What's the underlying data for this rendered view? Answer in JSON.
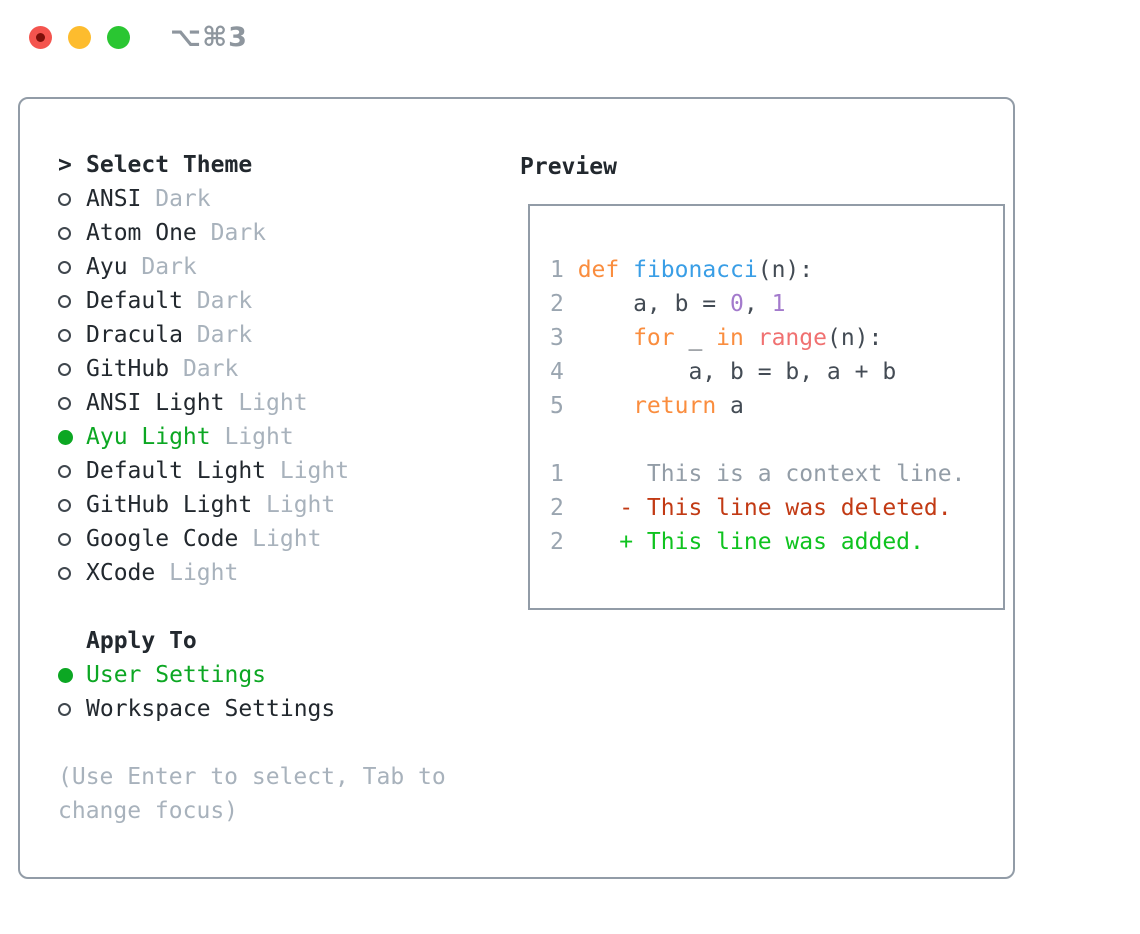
{
  "window": {
    "title": "⌥⌘3"
  },
  "colors": {
    "accent_green": "#0ca723",
    "traffic_red": "#f4544e",
    "traffic_red_dot": "#7d100a",
    "traffic_yellow": "#fdbc2e",
    "traffic_green": "#2ac632",
    "title_gray": "#8e969e",
    "border_gray": "#929ca7",
    "text_primary": "#22282e",
    "text_muted": "#a8b2bc",
    "line_number": "#9aa5b0",
    "code_default": "#434b54",
    "syntax_keyword": "#fa8d3e",
    "syntax_function": "#399ee6",
    "syntax_constant": "#a37acc",
    "syntax_call": "#f07171",
    "diff_context": "#939da7",
    "diff_deleted": "#c23a14",
    "diff_added": "#0fc31f"
  },
  "theme_picker": {
    "cursor": ">",
    "header": "Select Theme",
    "items": [
      {
        "name": "ANSI",
        "variant": "Dark",
        "selected": false
      },
      {
        "name": "Atom One",
        "variant": "Dark",
        "selected": false
      },
      {
        "name": "Ayu",
        "variant": "Dark",
        "selected": false
      },
      {
        "name": "Default",
        "variant": "Dark",
        "selected": false
      },
      {
        "name": "Dracula",
        "variant": "Dark",
        "selected": false
      },
      {
        "name": "GitHub",
        "variant": "Dark",
        "selected": false
      },
      {
        "name": "ANSI Light",
        "variant": "Light",
        "selected": false
      },
      {
        "name": "Ayu Light",
        "variant": "Light",
        "selected": true
      },
      {
        "name": "Default Light",
        "variant": "Light",
        "selected": false
      },
      {
        "name": "GitHub Light",
        "variant": "Light",
        "selected": false
      },
      {
        "name": "Google Code",
        "variant": "Light",
        "selected": false
      },
      {
        "name": "XCode",
        "variant": "Light",
        "selected": false
      }
    ]
  },
  "apply_to": {
    "header": "Apply To",
    "items": [
      {
        "label": "User Settings",
        "selected": true
      },
      {
        "label": "Workspace Settings",
        "selected": false
      }
    ]
  },
  "hint": "(Use Enter to select, Tab to change focus)",
  "preview": {
    "header": "Preview",
    "code_lines": [
      {
        "num": "1",
        "segments": [
          {
            "t": "def",
            "s": "keyword"
          },
          {
            "t": " "
          },
          {
            "t": "fibonacci",
            "s": "function"
          },
          {
            "t": "(n):"
          }
        ]
      },
      {
        "num": "2",
        "segments": [
          {
            "t": "    a, b = "
          },
          {
            "t": "0",
            "s": "constant"
          },
          {
            "t": ", "
          },
          {
            "t": "1",
            "s": "constant"
          }
        ]
      },
      {
        "num": "3",
        "segments": [
          {
            "t": "    "
          },
          {
            "t": "for",
            "s": "keyword"
          },
          {
            "t": " _ "
          },
          {
            "t": "in",
            "s": "keyword"
          },
          {
            "t": " "
          },
          {
            "t": "range",
            "s": "call"
          },
          {
            "t": "(n):"
          }
        ]
      },
      {
        "num": "4",
        "segments": [
          {
            "t": "        a, b = b, a + b"
          }
        ]
      },
      {
        "num": "5",
        "segments": [
          {
            "t": "    "
          },
          {
            "t": "return",
            "s": "keyword"
          },
          {
            "t": " a"
          }
        ]
      }
    ],
    "diff_lines": [
      {
        "num": "1",
        "text": "     This is a context line.",
        "kind": "context"
      },
      {
        "num": "2",
        "text": "   - This line was deleted.",
        "kind": "deleted"
      },
      {
        "num": "2",
        "text": "   + This line was added.",
        "kind": "added"
      }
    ]
  }
}
